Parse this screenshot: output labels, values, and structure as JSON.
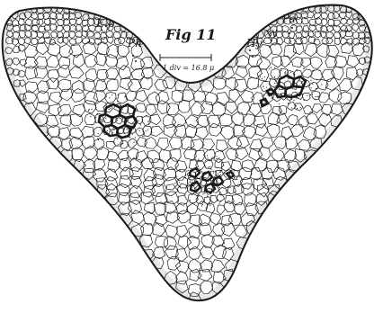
{
  "figure": {
    "title": "Fig 11",
    "scale_label": "1 div = 16.8 μ",
    "labels": {
      "ep": "E.p",
      "ph": "Ph",
      "hy": "Hy",
      "xy": "xy",
      "pa": "Pa"
    }
  },
  "colors": {
    "ink": "#1a1a1a",
    "paper": "#ffffff"
  }
}
